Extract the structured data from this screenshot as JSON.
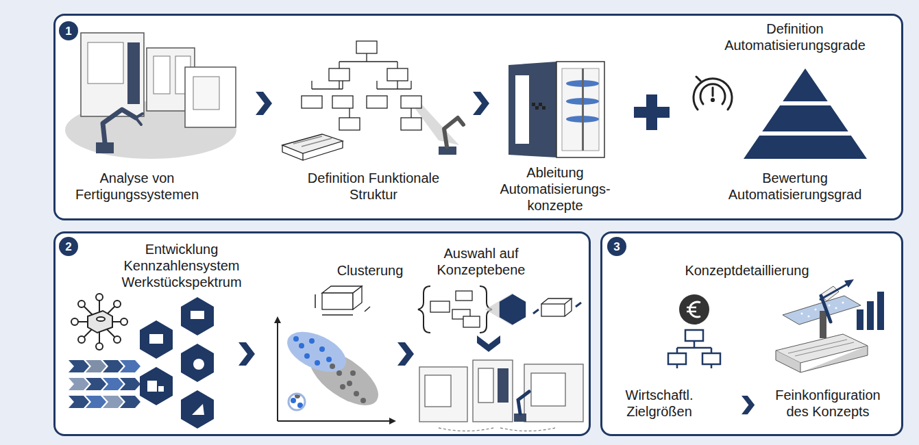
{
  "diagram": {
    "nodes": [
      {
        "text": [
          "Analyse von Fertigungssystemen",
          "Definition Funktionale Struktur",
          "Ableitung Automatisierungs- konzepte",
          "Definition Automatisierungsgrade",
          "Bewertung Automatisierungsgrad"
        ]
      },
      {
        "text": [
          "1"
        ],
        "in": 0
      },
      {
        "text": [
          "Entwicklung Kennzahlensystem Werkstückspektrum",
          "Clusterung",
          "Auswahl auf Konzeptebene"
        ]
      },
      {
        "text": [
          "2"
        ],
        "in": 2
      },
      {
        "text": [
          "Konzeptdetaillierung",
          "Wirtschaftl. Zielgrößen",
          "Feinkonfiguration des Konzepts"
        ]
      },
      {
        "text": [
          "3"
        ],
        "in": 4
      }
    ]
  }
}
